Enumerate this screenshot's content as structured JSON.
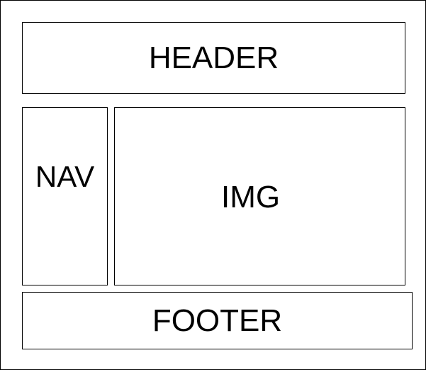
{
  "layout_diagram": {
    "header_label": "HEADER",
    "nav_label": "NAV",
    "img_label": "IMG",
    "footer_label": "FOOTER"
  }
}
